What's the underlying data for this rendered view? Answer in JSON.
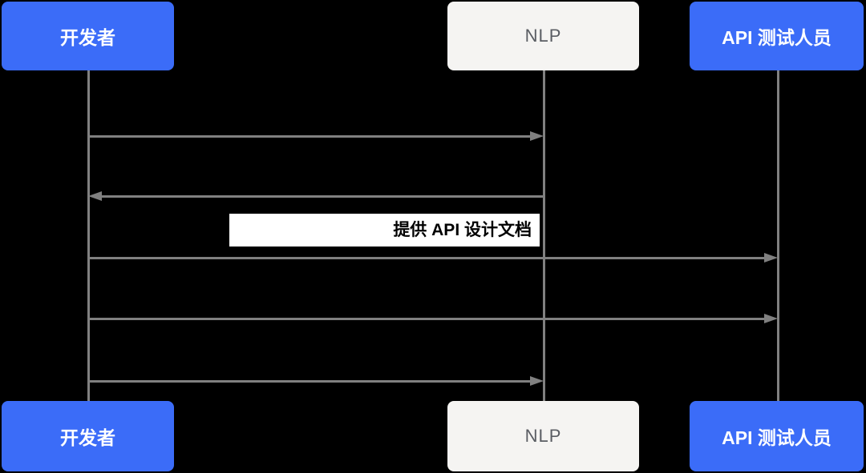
{
  "diagram": {
    "type": "sequence-diagram",
    "background": "#000000",
    "colors": {
      "primary_box": "#3b6cf8",
      "primary_box_text": "#ffffff",
      "light_box": "#f5f4f2",
      "light_box_text": "#5a5d63",
      "line_gray": "#808080",
      "label_bg": "#ffffff",
      "label_text": "#000000"
    },
    "actors": [
      {
        "label": "开发者",
        "variant": "primary"
      },
      {
        "label": "NLP",
        "variant": "light"
      },
      {
        "label": "API 测试人员",
        "variant": "primary"
      }
    ],
    "messages": [
      {
        "from": "开发者",
        "to": "NLP",
        "direction": "right",
        "label": ""
      },
      {
        "from": "NLP",
        "to": "开发者",
        "direction": "left",
        "label": ""
      },
      {
        "from": "开发者",
        "to": "API 测试人员",
        "direction": "right",
        "label": "提供 API 设计文档"
      },
      {
        "from": "开发者",
        "to": "API 测试人员",
        "direction": "right",
        "label": ""
      },
      {
        "from": "开发者",
        "to": "NLP",
        "direction": "right",
        "label": ""
      }
    ]
  }
}
